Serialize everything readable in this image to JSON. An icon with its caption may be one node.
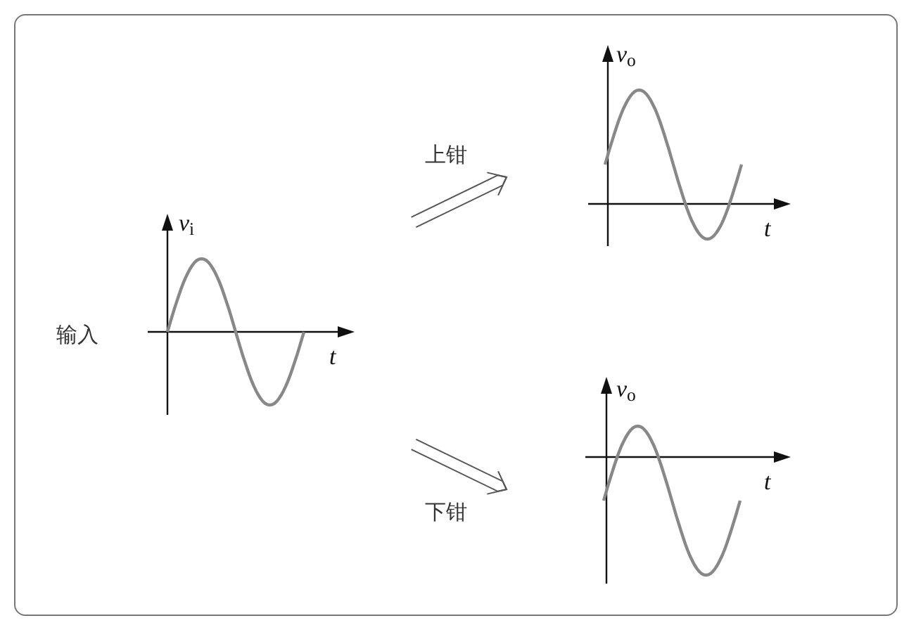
{
  "diagram": {
    "nodes": [
      {
        "text": [],
        "shape": "picture",
        "beside": [
          "输入"
        ]
      },
      {
        "text": [],
        "shape": "picture"
      },
      {
        "text": [],
        "shape": "picture"
      }
    ],
    "edges": [
      {
        "from": 0,
        "to": 1,
        "arrow": "to",
        "label": "上钳"
      },
      {
        "from": 0,
        "to": 2,
        "arrow": "to",
        "label": "下钳"
      }
    ],
    "labels": [
      "*v*$_{o}$",
      "*t*",
      "*v*$_{i}$",
      "*t*",
      "*v*$_{o}$",
      "*t*"
    ]
  }
}
